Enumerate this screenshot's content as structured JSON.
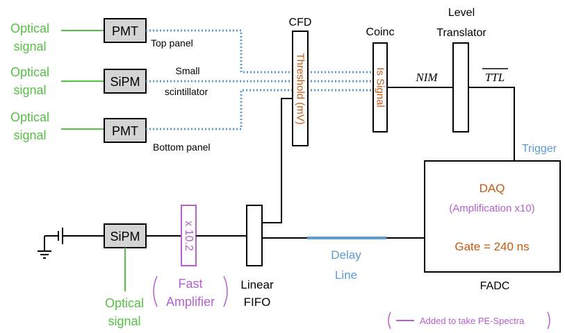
{
  "colors": {
    "optical": "#55c044",
    "dotted": "#5b9bd5",
    "orange": "#c55a11",
    "purple": "#b55fcf",
    "blue": "#5b9bd5",
    "gray_box": "#d4d4d4",
    "line": "#000000"
  },
  "labels": {
    "optical_signal_1a": "Optical",
    "optical_signal_1b": "signal",
    "optical_signal_2a": "Optical",
    "optical_signal_2b": "signal",
    "optical_signal_3a": "Optical",
    "optical_signal_3b": "signal",
    "optical_signal_4a": "Optical",
    "optical_signal_4b": "signal",
    "pmt_top": "PMT",
    "sipm_mid": "SiPM",
    "pmt_bottom": "PMT",
    "sipm_bottom": "SiPM",
    "top_panel": "Top panel",
    "small": "Small",
    "scintillator": "scintillator",
    "bottom_panel": "Bottom panel",
    "cfd": "CFD",
    "threshold": "Threshold (mV)",
    "coinc": "Coinc",
    "is_signal": "Is Signal",
    "level": "Level",
    "translator": "Translator",
    "nim": "NIM",
    "ttl": "TTL",
    "trigger": "Trigger",
    "daq": "DAQ",
    "amplification": "(Amplification x10)",
    "gate": "Gate = 240 ns",
    "fadc": "FADC",
    "gain": "x 10.2",
    "fast": "Fast",
    "amplifier": "Amplifier",
    "linear": "Linear",
    "fifo": "FIFO",
    "delay": "Delay",
    "line": "Line",
    "legend": "Added to take PE-Spectra"
  }
}
